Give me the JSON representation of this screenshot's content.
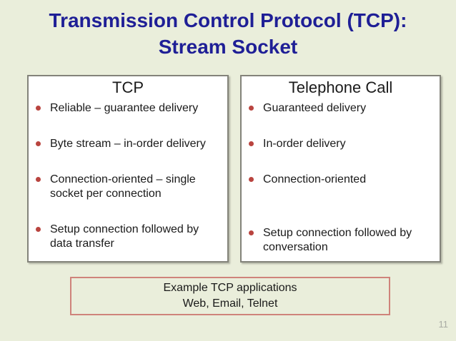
{
  "slide": {
    "title_line1": "Transmission Control Protocol (TCP):",
    "title_line2": "Stream Socket",
    "page_number": "11"
  },
  "left_box": {
    "header": "TCP",
    "bullets": [
      "Reliable – guarantee delivery",
      "Byte stream – in-order delivery",
      "Connection-oriented – single\nsocket per connection",
      "Setup connection followed by\ndata transfer"
    ]
  },
  "right_box": {
    "header": "Telephone Call",
    "bullets": [
      "Guaranteed delivery",
      "In-order delivery",
      "Connection-oriented",
      "Setup connection followed by\nconversation"
    ]
  },
  "example_box": {
    "line1": "Example TCP applications",
    "line2": "Web, Email, Telnet"
  },
  "colors": {
    "background": "#eaeedb",
    "title": "#1f1f96",
    "bullet": "#b9443f",
    "box_border": "#83837a",
    "example_border": "#cf837b",
    "page_number": "#a9aca4"
  }
}
